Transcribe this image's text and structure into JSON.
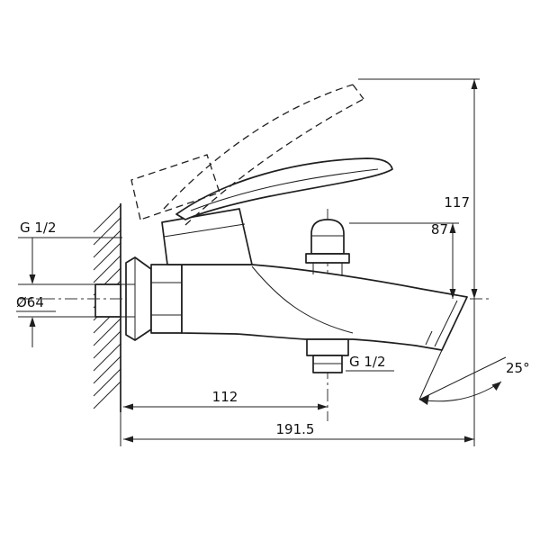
{
  "drawing": {
    "background": "#ffffff",
    "line_color": "#1f1f1f",
    "labels": {
      "inlet_thread": "G 1/2",
      "flange_diameter": "Ø64",
      "height_overall": "117",
      "height_diverter": "87",
      "outlet_thread": "G 1/2",
      "wall_to_outlet_axis": "112",
      "overall_projection": "191.5",
      "spout_angle": "25°"
    }
  }
}
